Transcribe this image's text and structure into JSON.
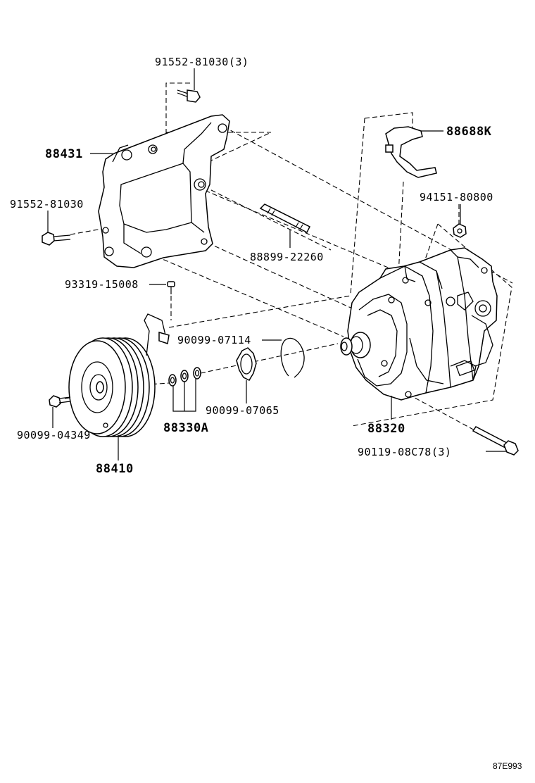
{
  "labels": {
    "bolt_top": "91552-81030(3)",
    "bracket": "88431",
    "bolt_left": "91552-81030",
    "stud": "88899-22260",
    "screw": "93319-15008",
    "snap_ring": "90099-07114",
    "shims": "90099-07065",
    "bolt_clutch": "90099-04349",
    "shim_set": "88330A",
    "pulley": "88410",
    "compressor": "88320",
    "bolt_compressor": "90119-08C78(3)",
    "wire_bracket": "88688K",
    "nut": "94151-80800"
  },
  "figure_code": "87E993"
}
